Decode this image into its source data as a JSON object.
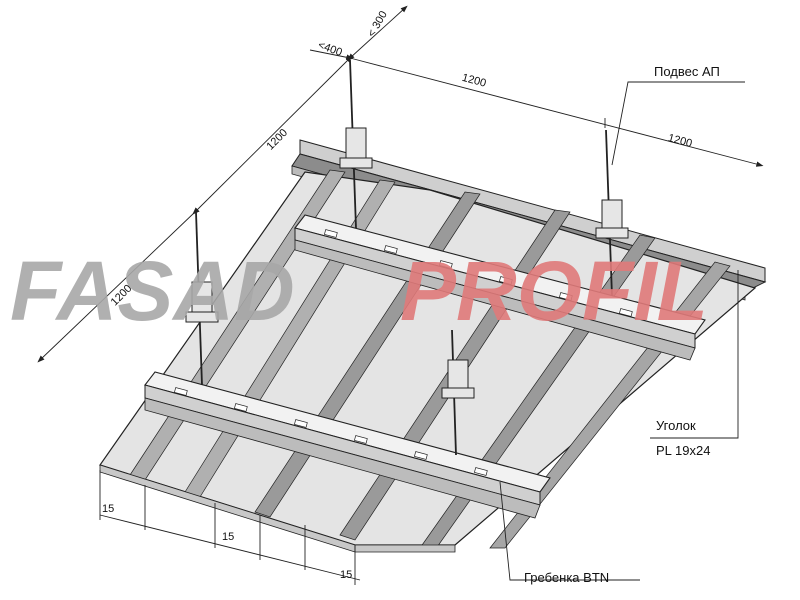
{
  "dimensions": {
    "span_a": "<400",
    "span_b": "< 300",
    "span_top": "1200",
    "span_right": "1200",
    "span_left_upper": "1200",
    "span_left_lower": "1200",
    "gap_1": "15",
    "gap_2": "15",
    "gap_3": "15"
  },
  "callouts": {
    "hanger": "Подвес АП",
    "angle_line1": "Уголок",
    "angle_line2": "PL 19x24",
    "comb": "Гребенка BTN"
  },
  "watermark": {
    "part1": "FASAD",
    "part2": "PROFIL",
    "color1": "#a8a8a8",
    "color2": "#e07a7a"
  },
  "colors": {
    "line": "#222222",
    "panel": "#e4e4e4",
    "channel": "#9a9a9a",
    "carrier": "#f2f2f2"
  }
}
